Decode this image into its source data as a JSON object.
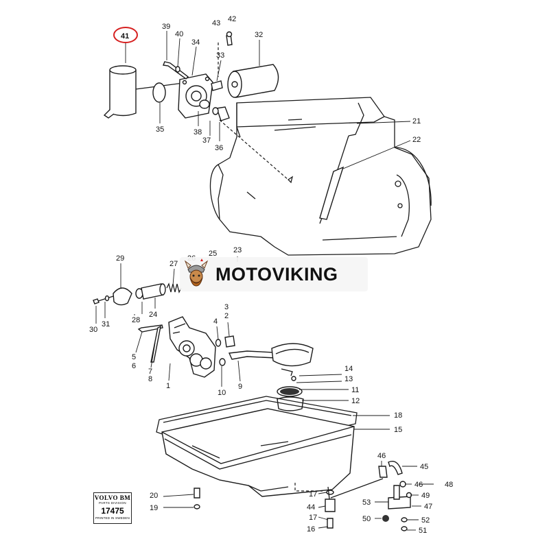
{
  "diagram": {
    "callouts": {
      "c1": "1",
      "c2": "2",
      "c3": "3",
      "c4": "4",
      "c5": "5",
      "c6": "6",
      "c7": "7",
      "c8": "8",
      "c9": "9",
      "c10": "10",
      "c11": "11",
      "c12": "12",
      "c13": "13",
      "c14": "14",
      "c15": "15",
      "c16": "16",
      "c17a": "17",
      "c17b": "17",
      "c18": "18",
      "c19": "19",
      "c20": "20",
      "c21": "21",
      "c22": "22",
      "c23": "23",
      "c24": "24",
      "c25": "25",
      "c26": "26",
      "c27": "27",
      "c28": "28",
      "c29": "29",
      "c30": "30",
      "c31": "31",
      "c32": "32",
      "c33": "33",
      "c34": "34",
      "c35": "35",
      "c36": "36",
      "c37": "37",
      "c38": "38",
      "c39": "39",
      "c40": "40",
      "c41": "41",
      "c42": "42",
      "c43": "43",
      "c44": "44",
      "c45": "45",
      "c46a": "46",
      "c46b": "46",
      "c47": "47",
      "c48": "48",
      "c49": "49",
      "c50": "50",
      "c51": "51",
      "c52": "52",
      "c53": "53"
    },
    "highlight_color": "#d62020"
  },
  "watermark": {
    "text": "MOTOVIKING",
    "logo_icon": "viking-mascot-icon"
  },
  "stamp": {
    "brand": "VOLVO BM",
    "division": "PARTS DIVISION",
    "number": "17475",
    "printed": "PRINTED IN SWEDEN"
  }
}
